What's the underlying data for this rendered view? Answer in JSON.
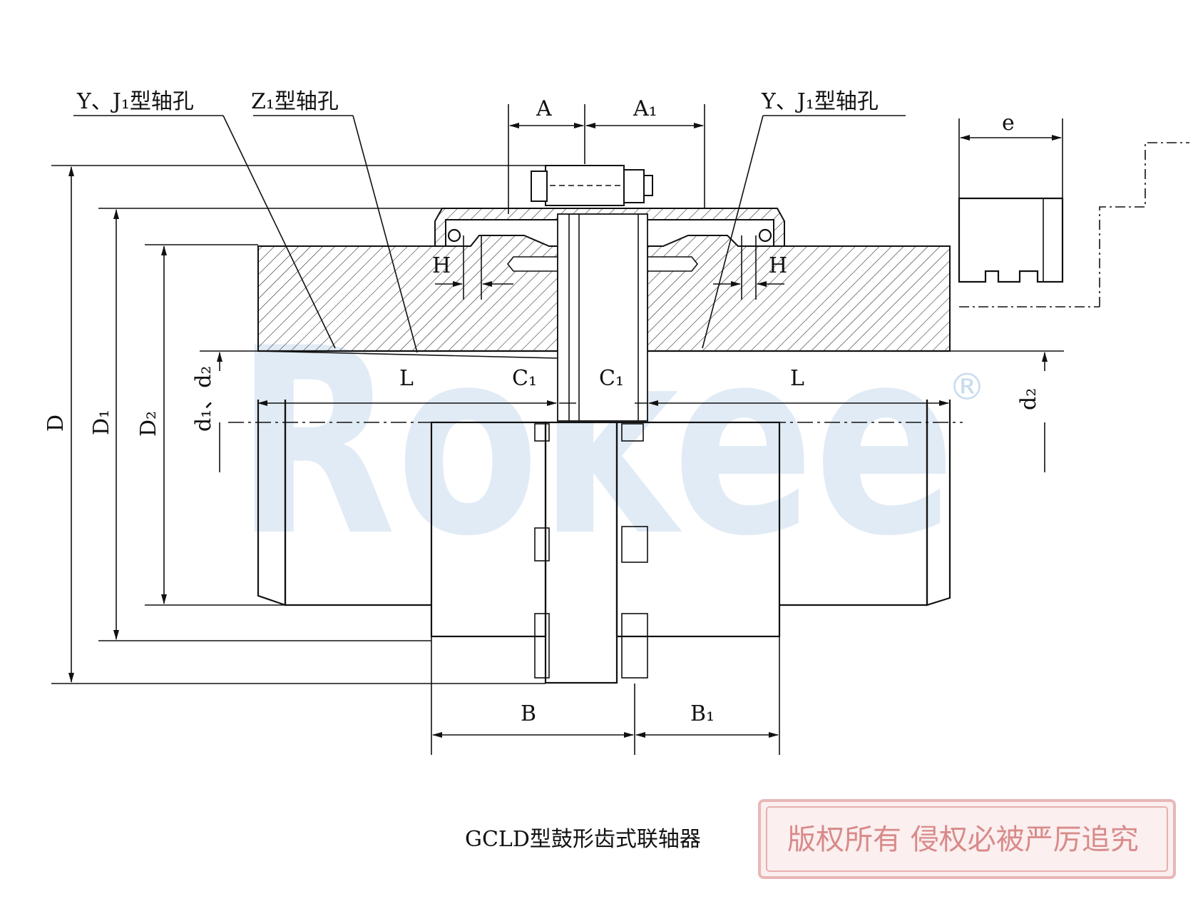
{
  "title": "GCLD型鼓形齿式联轴器",
  "watermark": {
    "brand": "Rokee",
    "registered_mark": "®",
    "copyright_stamp": "版权所有 侵权必被严厉追究",
    "stamp_color": "#d98a8a",
    "brand_color": "#c9dcee"
  },
  "callouts": {
    "left_y_j1": "Y、J₁型轴孔",
    "left_z1": "Z₁型轴孔",
    "right_y_j1": "Y、J₁型轴孔"
  },
  "dimensions": {
    "A": "A",
    "A1": "A₁",
    "e": "e",
    "D": "D",
    "D1": "D₁",
    "D2": "D₂",
    "d1_d2": "d₁、d₂",
    "d2": "d₂",
    "H_left": "H",
    "H_right": "H",
    "L_left": "L",
    "L_right": "L",
    "C1_left": "C₁",
    "C1_right": "C₁",
    "B": "B",
    "B1": "B₁"
  }
}
